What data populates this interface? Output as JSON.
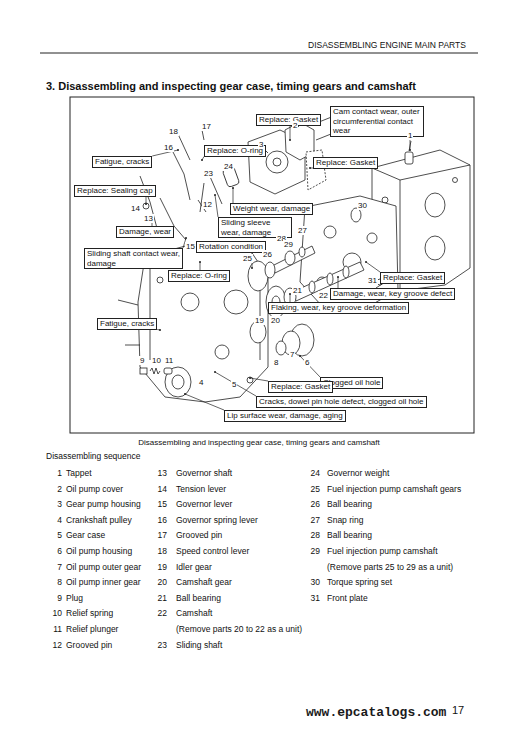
{
  "diagram": {
    "title": "3. Disassembling and inspecting gear case, timing gears and camshaft",
    "caption": "Disassembling and inspecting gear case, timing gears and camshaft",
    "nodes": [
      {
        "text": [
          "Cam contact wear, outer circumferential contact wear"
        ]
      },
      {
        "text": [
          "Replace: Gasket"
        ]
      },
      {
        "text": [
          "Replace: O-ring"
        ]
      },
      {
        "text": [
          "Replace: Gasket"
        ]
      },
      {
        "text": [
          "Fatigue, cracks"
        ]
      },
      {
        "text": [
          "Replace: Sealing cap"
        ]
      },
      {
        "text": [
          "Weight wear, damage"
        ]
      },
      {
        "text": [
          "Sliding sleeve wear, damage"
        ]
      },
      {
        "text": [
          "Damage, wear"
        ]
      },
      {
        "text": [
          "Sliding shaft contact wear, damage"
        ]
      },
      {
        "text": [
          "Rotation condition"
        ]
      },
      {
        "text": [
          "Replace: O-ring"
        ]
      },
      {
        "text": [
          "Replace: Gasket"
        ]
      },
      {
        "text": [
          "Damage, wear, key groove defect"
        ]
      },
      {
        "text": [
          "Flaking, wear, key groove deformation"
        ]
      },
      {
        "text": [
          "Fatigue, cracks"
        ]
      },
      {
        "text": [
          "Clogged oil hole"
        ]
      },
      {
        "text": [
          "Replace: Gasket"
        ]
      },
      {
        "text": [
          "Cracks, dowel pin hole defect, clogged oil hole"
        ]
      },
      {
        "text": [
          "Lip surface wear, damage, aging"
        ]
      }
    ],
    "labels": [
      "DISASSEMBLING ENGINE MAIN PARTS",
      "1",
      "2",
      "3",
      "4",
      "5",
      "6",
      "7",
      "8",
      "9",
      "10",
      "11",
      "12",
      "13",
      "14",
      "15",
      "16",
      "17",
      "18",
      "19",
      "20",
      "21",
      "22",
      "23",
      "24",
      "25",
      "26",
      "27",
      "28",
      "29",
      "30",
      "31",
      "Disassembling sequence",
      "1",
      "Tappet",
      "2",
      "Oil pump cover",
      "3",
      "Gear pump housing",
      "4",
      "Crankshaft pulley",
      "5",
      "Gear case",
      "6",
      "Oil pump housing",
      "7",
      "Oil pump outer gear",
      "8",
      "Oil pump inner gear",
      "9",
      "Plug",
      "10",
      "Relief spring",
      "11",
      "Relief plunger",
      "12",
      "Grooved pin",
      "13",
      "Governor shaft",
      "14",
      "Tension lever",
      "15",
      "Governor lever",
      "16",
      "Governor spring lever",
      "17",
      "Grooved pin",
      "18",
      "Speed control lever",
      "19",
      "Idler gear",
      "20",
      "Camshaft gear",
      "21",
      "Ball bearing",
      "22",
      "Camshaft",
      "(Remove parts 20 to 22 as a unit)",
      "23",
      "Sliding shaft",
      "24",
      "Governor weight",
      "25",
      "Fuel injection pump camshaft gears",
      "26",
      "Ball bearing",
      "27",
      "Snap ring",
      "28",
      "Ball bearing",
      "29",
      "Fuel injection pump camshaft",
      "(Remove parts 25 to 29 as a unit)",
      "30",
      "Torque spring set",
      "31",
      "Front plate",
      "www.epcatalogs.com",
      "17"
    ]
  }
}
